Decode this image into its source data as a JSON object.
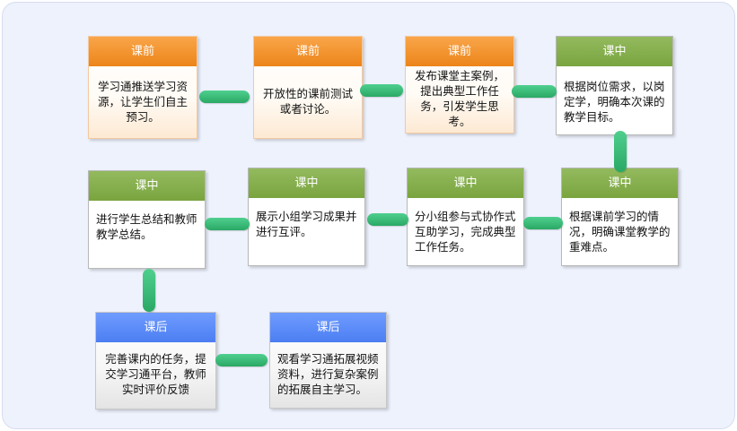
{
  "steps": [
    {
      "phase": "课前",
      "text": "学习通推送学习资源，让学生们自主预习。"
    },
    {
      "phase": "课前",
      "text": "开放性的课前测试或者讨论。"
    },
    {
      "phase": "课前",
      "text": "发布课堂主案例，提出典型工作任务，引发学生思考。"
    },
    {
      "phase": "课中",
      "text": "根据岗位需求，以岗定学，明确本次课的教学目标。"
    },
    {
      "phase": "课中",
      "text": "根据课前学习的情况，明确课堂教学的重难点。"
    },
    {
      "phase": "课中",
      "text": "分小组参与式协作式互助学习，完成典型工作任务。"
    },
    {
      "phase": "课中",
      "text": "展示小组学习成果并进行互评。"
    },
    {
      "phase": "课中",
      "text": "进行学生总结和教师教学总结。"
    },
    {
      "phase": "课后",
      "text": "完善课内的任务，提交学习通平台，教师实时评价反馈"
    },
    {
      "phase": "课后",
      "text": "观看学习通拓展视频资料，进行复杂案例的拓展自主学习。"
    }
  ],
  "colors": {
    "pre_class": "#f39432",
    "in_class": "#86b04e",
    "post_class": "#5b8cf8",
    "connector": "#34b872"
  }
}
